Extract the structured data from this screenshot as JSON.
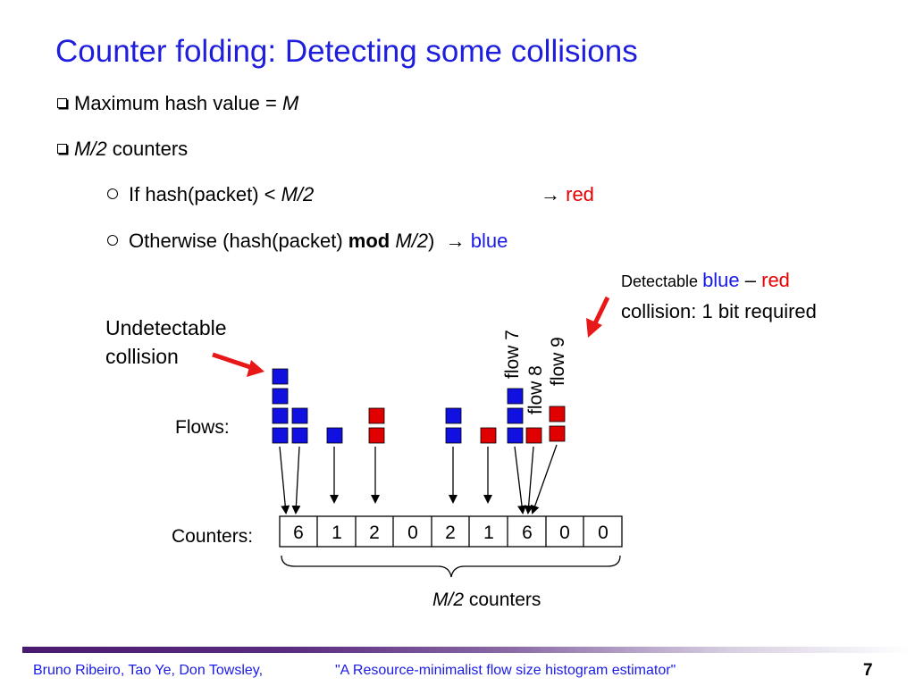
{
  "title": "Counter folding: Detecting some collisions",
  "bullets": {
    "b1_text": "Maximum hash value = ",
    "b1_var": "M",
    "b2_var": "M/2",
    "b2_text": " counters",
    "s1_text": "If hash(packet) < ",
    "s1_var": "M/2",
    "s1_arrow": "→ ",
    "s1_color": "red",
    "s2_text": "Otherwise (hash(packet) ",
    "s2_bold": "mod",
    "s2_var": "M/2",
    "s2_close": ")",
    "s2_arrow": "→ ",
    "s2_color": "blue"
  },
  "diagram": {
    "undetectable_line1": "Undetectable",
    "undetectable_line2": "collision",
    "detectable_prefix": "Detectable ",
    "detectable_blue": "blue",
    "detectable_dash": " – ",
    "detectable_red": "red",
    "detectable_line2": "collision: 1 bit required",
    "flows_label": "Flows:",
    "counters_label": "Counters:",
    "flow7": "flow 7",
    "flow8": "flow 8",
    "flow9": "flow 9",
    "counter_values": [
      6,
      1,
      2,
      0,
      2,
      1,
      6,
      0,
      0
    ],
    "brace_var": "M/2",
    "brace_text": " counters",
    "colors": {
      "blue": "#1010e0",
      "red": "#e00000",
      "title_blue": "#1e1edc",
      "arrow_red": "#e81818"
    }
  },
  "footer": {
    "authors": "Bruno Ribeiro, Tao Ye, Don Towsley,",
    "paper": "\"A Resource-minimalist flow size histogram estimator\"",
    "page": "7"
  }
}
